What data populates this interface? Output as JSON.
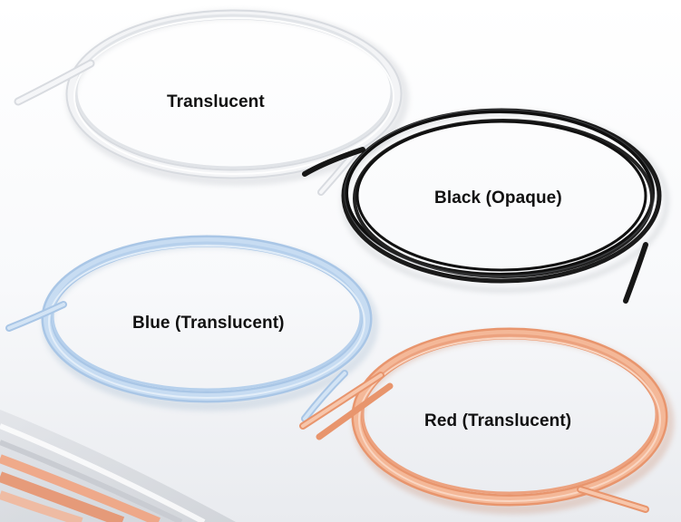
{
  "coils": [
    {
      "id": "translucent",
      "label": "Translucent",
      "color": "#e9ebee"
    },
    {
      "id": "black",
      "label": "Black (Opaque)",
      "color": "#1a1a1a"
    },
    {
      "id": "blue",
      "label": "Blue (Translucent)",
      "color": "#b9d3ee"
    },
    {
      "id": "red",
      "label": "Red (Translucent)",
      "color": "#efac8b"
    }
  ]
}
